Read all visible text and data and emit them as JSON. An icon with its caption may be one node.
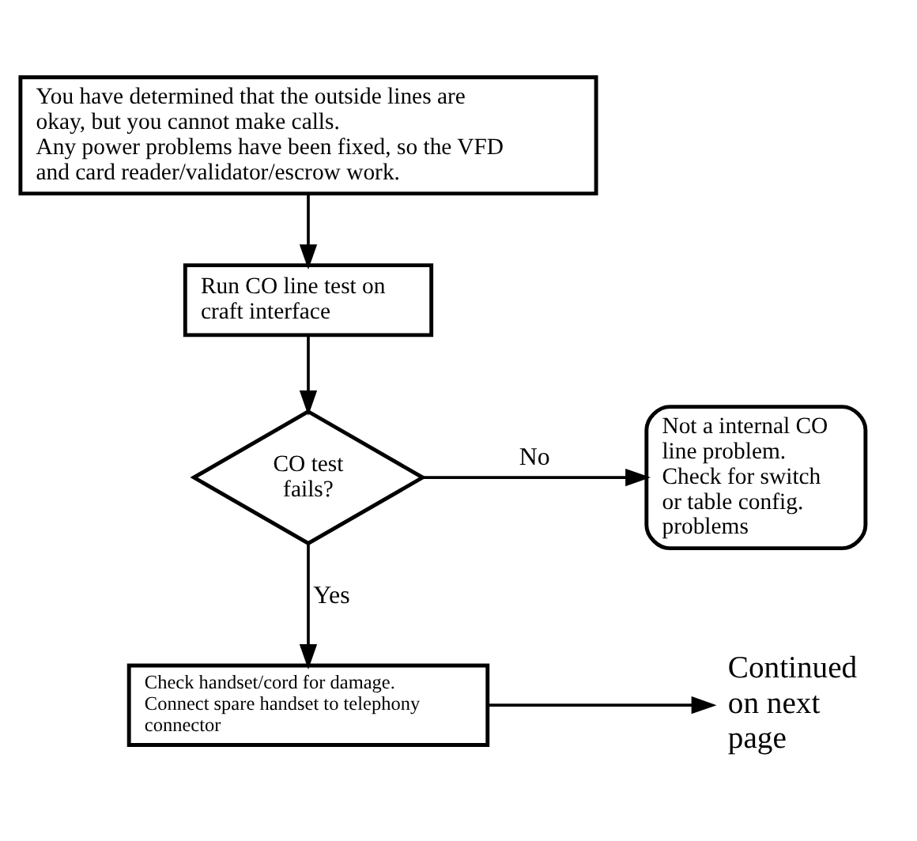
{
  "diagram": {
    "nodes": [
      {
        "text": [
          "You have determined that the outside lines are okay, but you cannot make calls.",
          "Any power problems have been fixed, so the VFD and card reader/validator/escrow work."
        ]
      },
      {
        "text": [
          "Run CO line test on craft interface"
        ]
      },
      {
        "text": [
          "CO test fails?"
        ]
      },
      {
        "text": [
          "Not a internal CO line problem. Check for switch or table config. problems"
        ]
      },
      {
        "text": [
          "Check handset/cord for damage. Connect spare handset to telephony connector"
        ]
      },
      {
        "text": [
          "Continued on next page"
        ]
      }
    ],
    "edges": [
      {
        "from": 0,
        "to": 1,
        "arrow": "to"
      },
      {
        "from": 1,
        "to": 2,
        "arrow": "to"
      },
      {
        "from": 2,
        "to": 3,
        "arrow": "to",
        "label": "No"
      },
      {
        "from": 2,
        "to": 4,
        "arrow": "to",
        "label": "Yes"
      },
      {
        "from": 4,
        "to": 5,
        "arrow": "to"
      }
    ]
  }
}
